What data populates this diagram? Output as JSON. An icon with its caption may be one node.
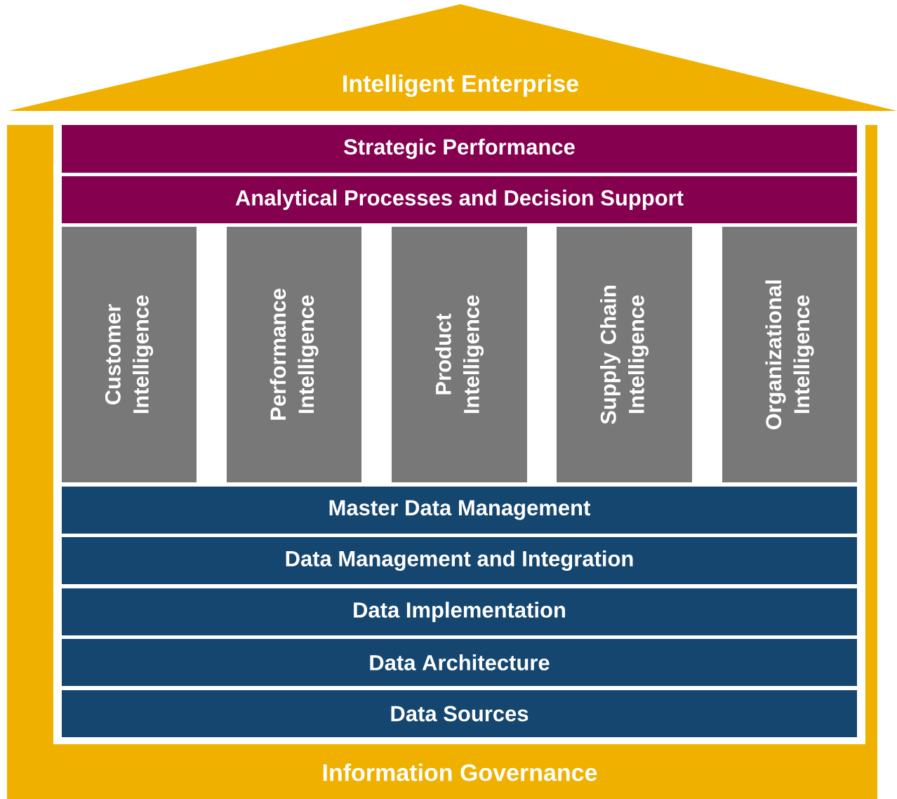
{
  "diagram": {
    "nodes": [
      {
        "text": [
          "Intelligent Enterprise"
        ]
      },
      {
        "text": [
          "Information Governance"
        ]
      },
      {
        "text": [
          "Strategic Performance"
        ],
        "in": 1
      },
      {
        "text": [
          "Analytical Processes and Decision Support"
        ],
        "in": 1
      },
      {
        "text": [
          "Customer Intelligence"
        ],
        "in": 1
      },
      {
        "text": [
          "Performance Intelligence"
        ],
        "in": 1
      },
      {
        "text": [
          "Product Intelligence"
        ],
        "in": 1
      },
      {
        "text": [
          "Supply Chain Intelligence"
        ],
        "in": 1
      },
      {
        "text": [
          "Organizational Intelligence"
        ],
        "in": 1
      },
      {
        "text": [
          "Master Data Management"
        ],
        "in": 1
      },
      {
        "text": [
          "Data Management and Integration"
        ],
        "in": 1
      },
      {
        "text": [
          "Data Implementation"
        ],
        "in": 1
      },
      {
        "text": [
          "Data Architecture"
        ],
        "in": 1
      },
      {
        "text": [
          "Data Sources"
        ],
        "in": 1
      }
    ]
  }
}
